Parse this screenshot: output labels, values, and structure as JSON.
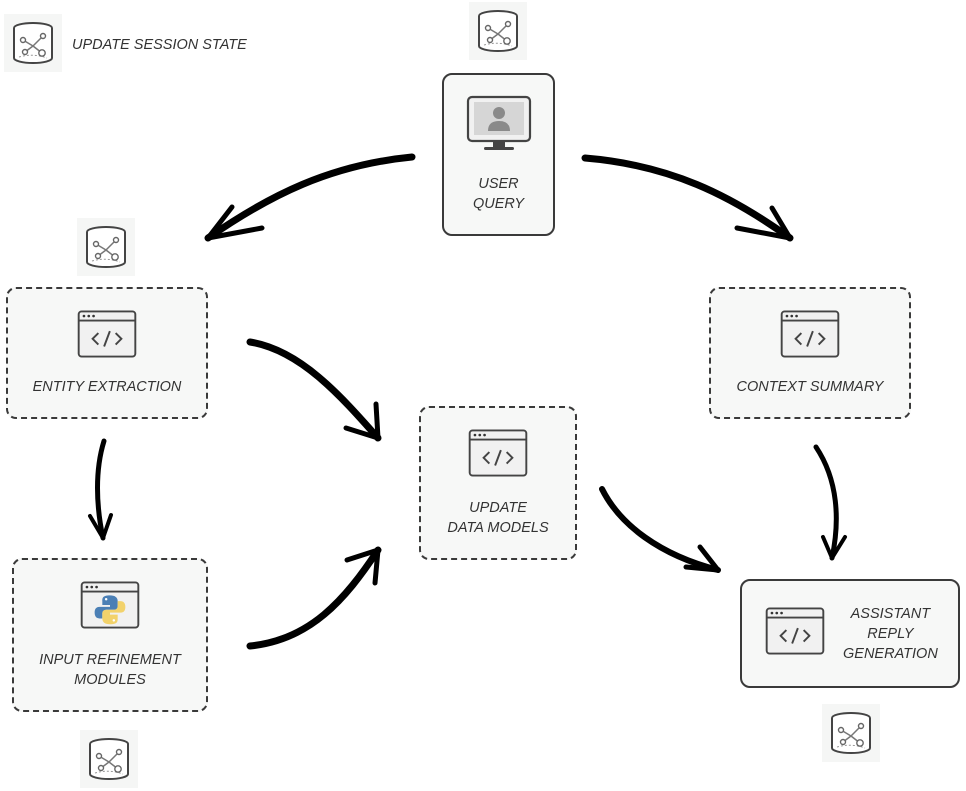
{
  "legend": {
    "label": "UPDATE SESSION STATE"
  },
  "nodes": {
    "user_query": {
      "line1": "USER",
      "line2": "QUERY"
    },
    "entity_extraction": {
      "label": "ENTITY EXTRACTION"
    },
    "context_summary": {
      "label": "CONTEXT SUMMARY"
    },
    "update_data_models": {
      "line1": "UPDATE",
      "line2": "DATA MODELS"
    },
    "input_refinement": {
      "line1": "INPUT REFINEMENT",
      "line2": "MODULES"
    },
    "assistant_reply": {
      "line1": "ASSISTANT",
      "line2": "REPLY",
      "line3": "GENERATION"
    }
  },
  "colors": {
    "stroke": "#3a3a3a",
    "arrow": "#000000",
    "python_blue": "#4b7fb5",
    "python_yellow": "#f2d26b"
  },
  "icons": [
    "database-icon",
    "monitor-user-icon",
    "code-window-icon",
    "python-window-icon"
  ]
}
